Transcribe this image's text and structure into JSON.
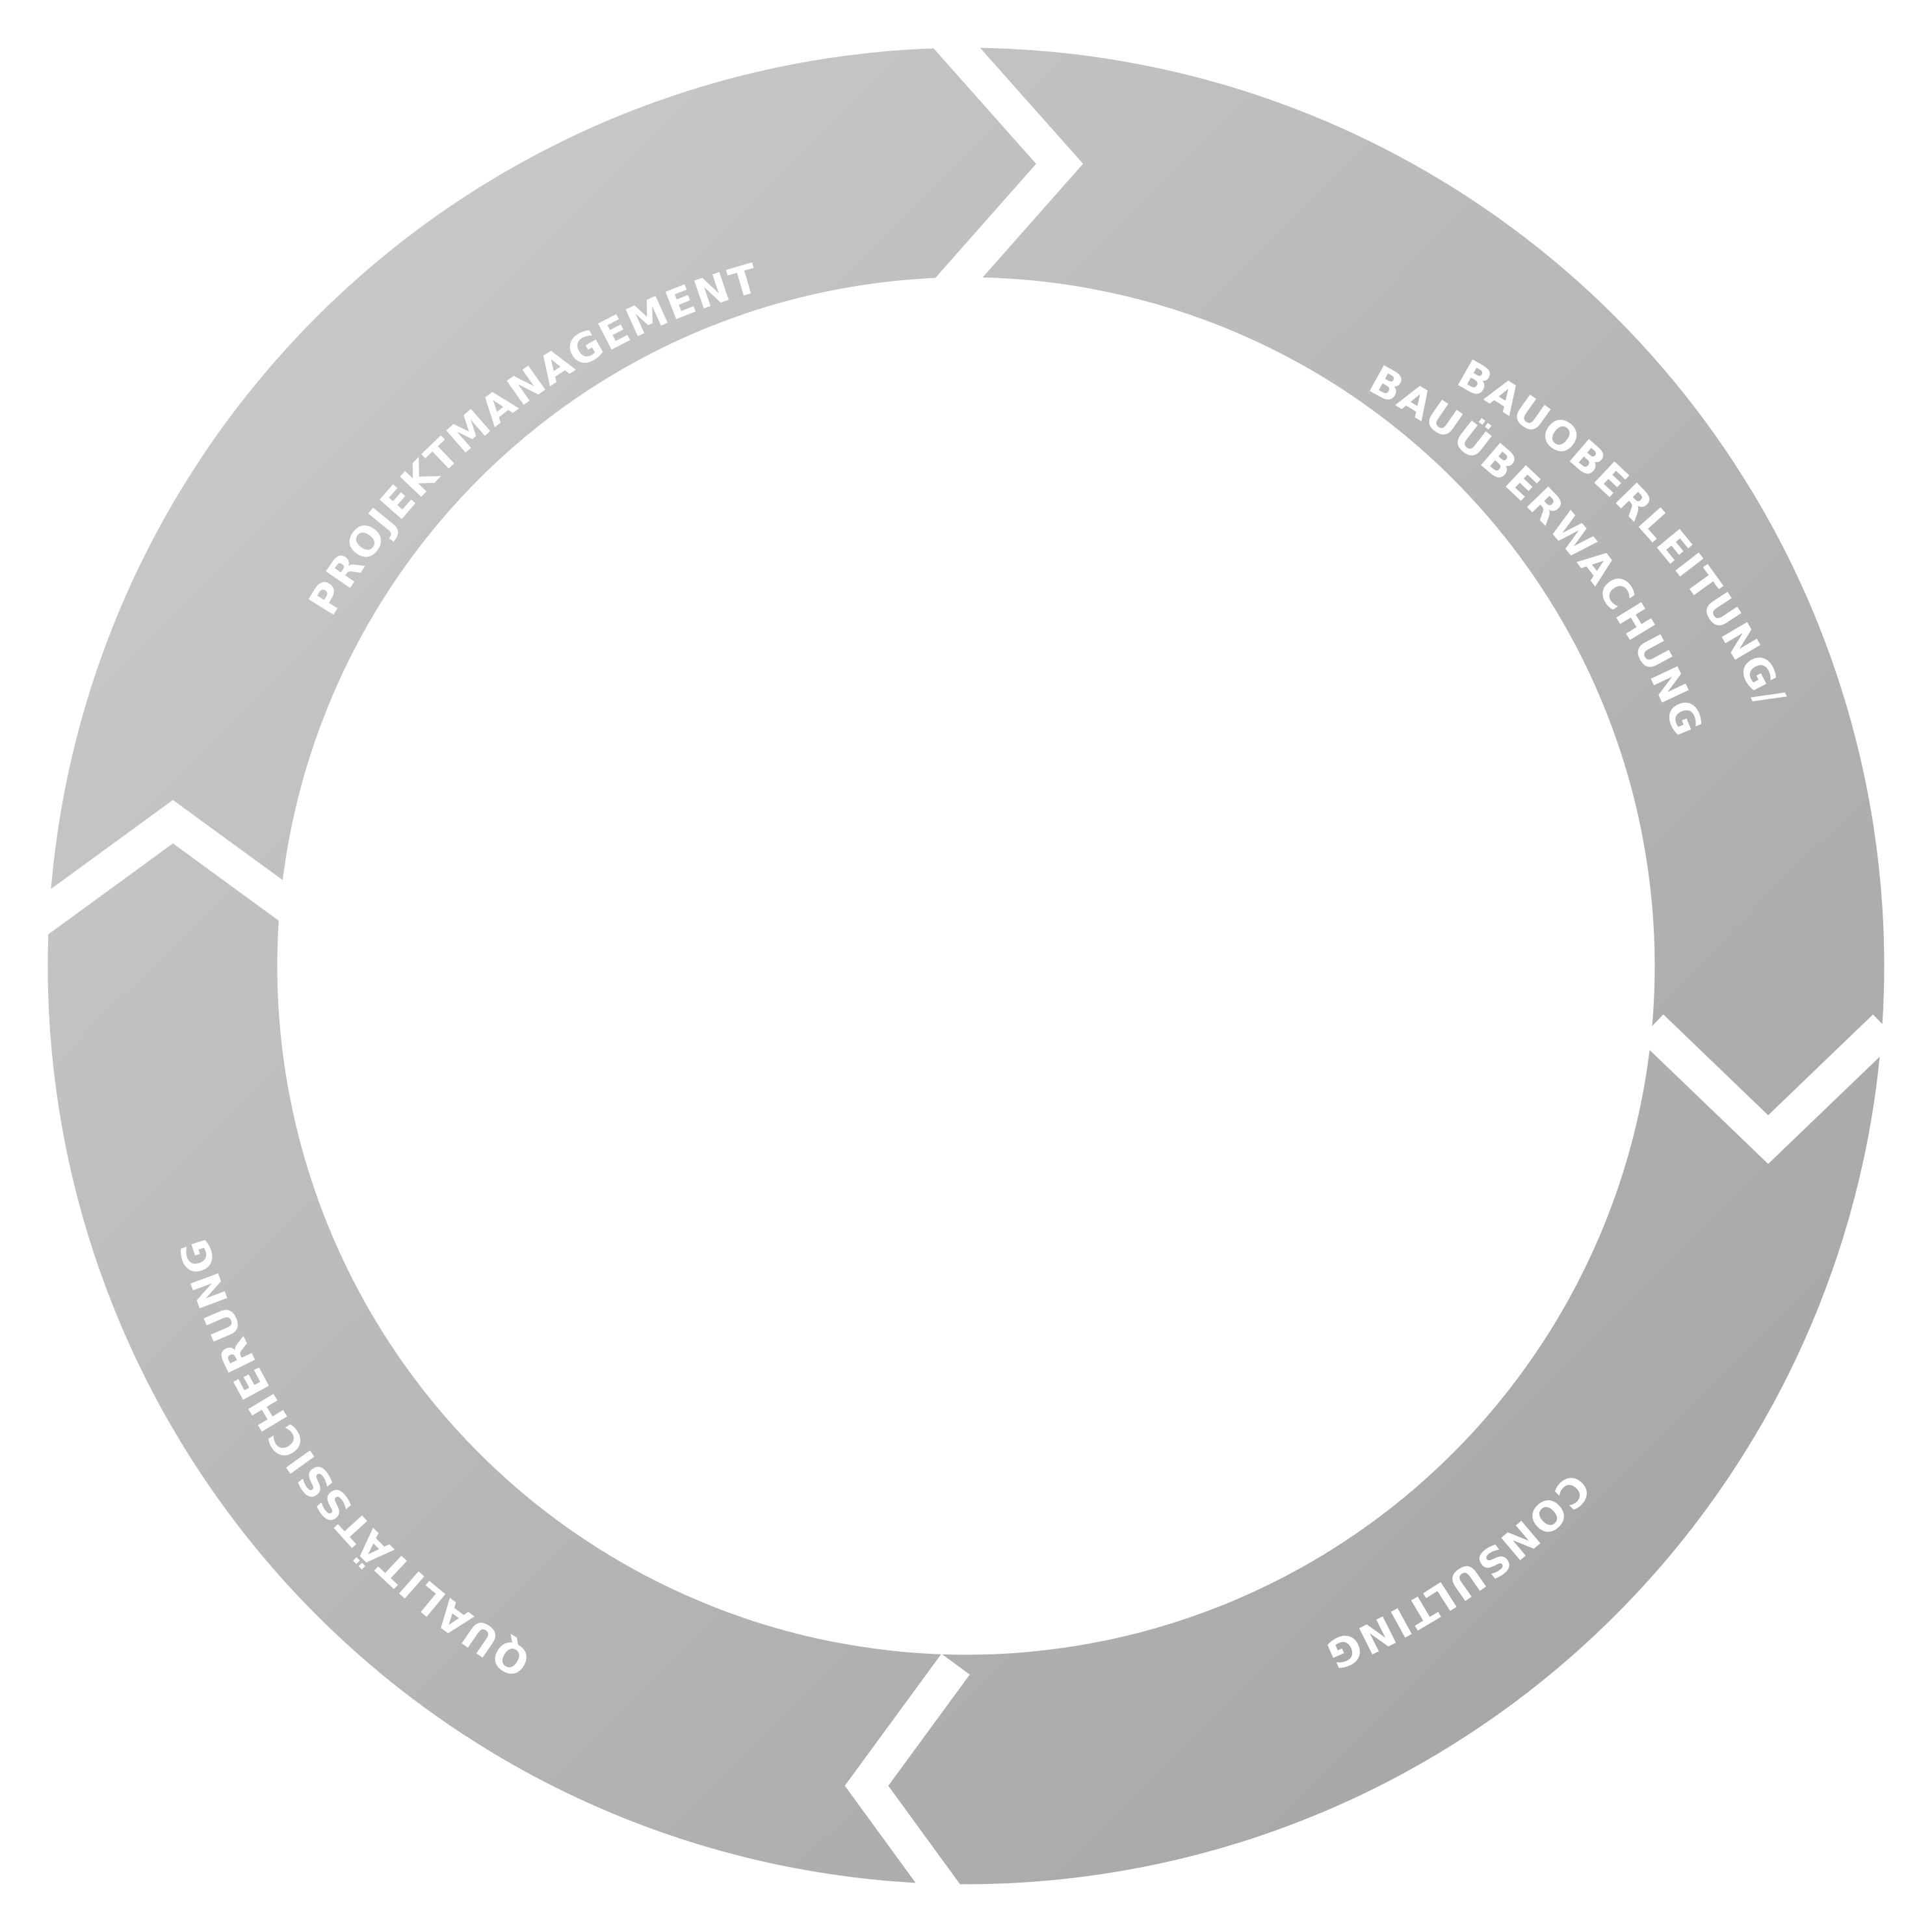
{
  "diagram": {
    "type": "cycle",
    "ring_color_light": "#cbcbcb",
    "ring_color_dark": "#a4a4a4",
    "background_color": "#ffffff",
    "label_color": "#ffffff",
    "segments": [
      {
        "id": "projektmanagement",
        "label": "PROJEKTMANAGEMENT",
        "lines": [
          "PROJEKTMANAGEMENT"
        ]
      },
      {
        "id": "bauoberleitung",
        "label": "BAUOBERLEITUNG/ BAUÜBERWACHUNG",
        "lines": [
          "BAUOBERLEITUNG/",
          "BAUÜBERWACHUNG"
        ]
      },
      {
        "id": "consulting",
        "label": "CONSULTING",
        "lines": [
          "CONSULTING"
        ]
      },
      {
        "id": "qualitaetssicherung",
        "label": "QUALITÄTSSICHERUNG",
        "lines": [
          "QUALITÄTSSICHERUNG"
        ]
      }
    ]
  }
}
